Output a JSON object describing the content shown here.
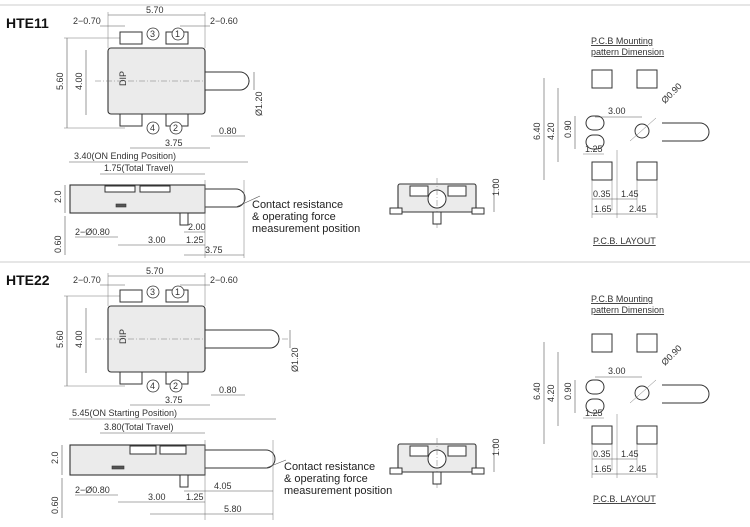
{
  "sections": [
    {
      "title": "HTE11",
      "top": {
        "d_left": "2−0.70",
        "d_width": "5.70",
        "d_right": "2−0.60",
        "d_h560": "5.60",
        "d_h400": "4.00",
        "d_pin_dia": "Ø1.20",
        "d_080": "0.80",
        "d_375": "3.75",
        "pin1": "1",
        "pin2": "2",
        "pin3": "3",
        "pin4": "4",
        "body_mark": "DIP"
      },
      "side": {
        "d_position": "3.40(ON Ending Position)",
        "d_travel": "1.75(Total Travel)",
        "d_h20": "2.0",
        "d_060": "0.60",
        "d_holes": "2−Ø0.80",
        "d_300": "3.00",
        "d_125": "1.25",
        "d_200": "2.00",
        "d_375b": "3.75",
        "note1": "Contact resistance",
        "note2": "& operating force",
        "note3": "measurement position"
      },
      "front": {
        "d_100": "1.00"
      },
      "pcb": {
        "title1": "P.C.B Mounting",
        "title2": "pattern Dimension",
        "d_640": "6.40",
        "d_420": "4.20",
        "d_090": "0.90",
        "d_300": "3.00",
        "d_dia090": "Ø0.90",
        "d_125": "1.25",
        "d_035": "0.35",
        "d_145": "1.45",
        "d_165": "1.65",
        "d_245": "2.45",
        "layout": "P.C.B. LAYOUT"
      }
    },
    {
      "title": "HTE22",
      "top": {
        "d_left": "2−0.70",
        "d_width": "5.70",
        "d_right": "2−0.60",
        "d_h560": "5.60",
        "d_h400": "4.00",
        "d_pin_dia": "Ø1.20",
        "d_080": "0.80",
        "d_375": "3.75",
        "pin1": "1",
        "pin2": "2",
        "pin3": "3",
        "pin4": "4",
        "body_mark": "DIP"
      },
      "side": {
        "d_position": "5.45(ON Starting Position)",
        "d_travel": "3.80(Total Travel)",
        "d_h20": "2.0",
        "d_060": "0.60",
        "d_holes": "2−Ø0.80",
        "d_300": "3.00",
        "d_125": "1.25",
        "d_405": "4.05",
        "d_580": "5.80",
        "note1": "Contact resistance",
        "note2": "& operating force",
        "note3": "measurement position"
      },
      "front": {
        "d_100": "1.00"
      },
      "pcb": {
        "title1": "P.C.B Mounting",
        "title2": "pattern Dimension",
        "d_640": "6.40",
        "d_420": "4.20",
        "d_090": "0.90",
        "d_300": "3.00",
        "d_dia090": "Ø0.90",
        "d_125": "1.25",
        "d_035": "0.35",
        "d_145": "1.45",
        "d_165": "1.65",
        "d_245": "2.45",
        "layout": "P.C.B. LAYOUT"
      }
    }
  ]
}
